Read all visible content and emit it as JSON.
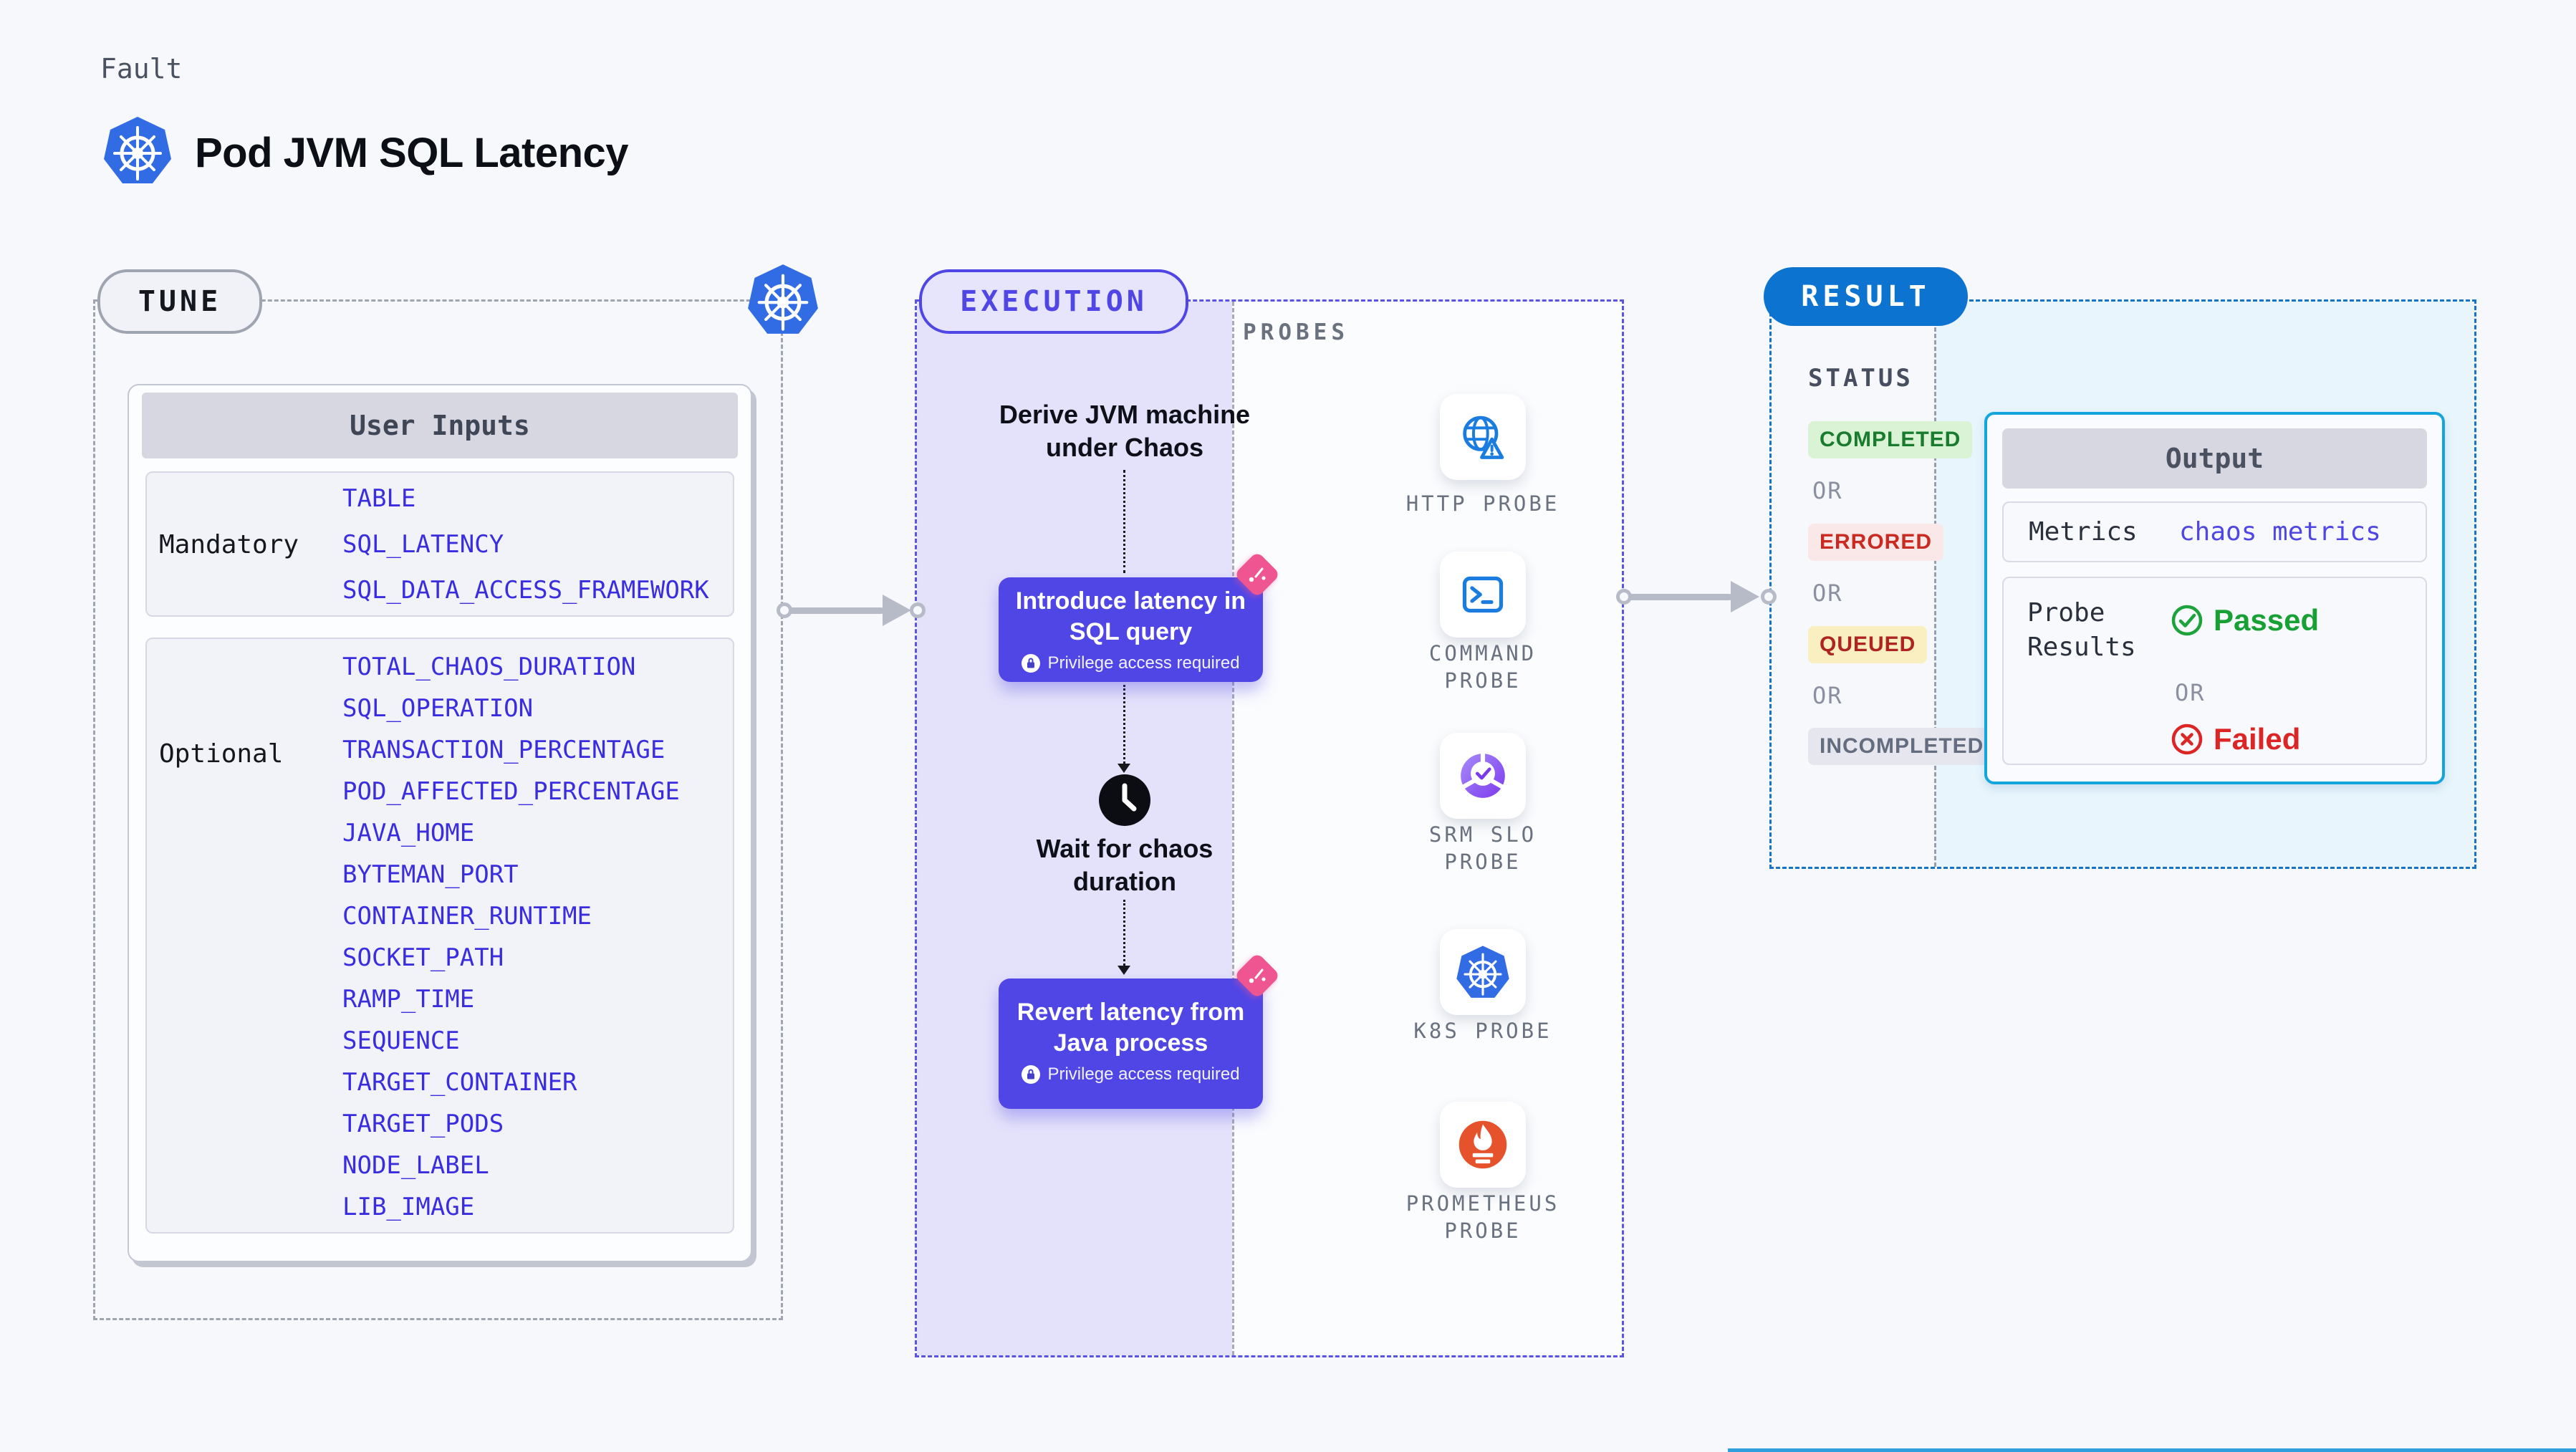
{
  "page": {
    "eyebrow": "Fault",
    "title": "Pod JVM SQL Latency"
  },
  "tune": {
    "pill": "TUNE",
    "user_inputs": {
      "title": "User Inputs",
      "mandatory_label": "Mandatory",
      "mandatory": [
        "TABLE",
        "SQL_LATENCY",
        "SQL_DATA_ACCESS_FRAMEWORK"
      ],
      "optional_label": "Optional",
      "optional": [
        "TOTAL_CHAOS_DURATION",
        "SQL_OPERATION",
        "TRANSACTION_PERCENTAGE",
        "POD_AFFECTED_PERCENTAGE",
        "JAVA_HOME",
        "BYTEMAN_PORT",
        "CONTAINER_RUNTIME",
        "SOCKET_PATH",
        "RAMP_TIME",
        "SEQUENCE",
        "TARGET_CONTAINER",
        "TARGET_PODS",
        "NODE_LABEL",
        "LIB_IMAGE"
      ]
    }
  },
  "execution": {
    "pill": "EXECUTION",
    "derive": {
      "line1": "Derive JVM machine",
      "line2": "under Chaos"
    },
    "introduce": {
      "line1": "Introduce latency in",
      "line2": "SQL query",
      "note": "Privilege access required"
    },
    "wait": {
      "line1": "Wait for chaos",
      "line2": "duration"
    },
    "revert": {
      "line1": "Revert latency from",
      "line2": "Java process",
      "note": "Privilege access required"
    }
  },
  "probes": {
    "heading": "PROBES",
    "items": [
      {
        "icon": "globe-alert-icon",
        "line1": "HTTP PROBE",
        "line2": ""
      },
      {
        "icon": "terminal-icon",
        "line1": "COMMAND",
        "line2": "PROBE"
      },
      {
        "icon": "slo-gauge-icon",
        "line1": "SRM SLO",
        "line2": "PROBE"
      },
      {
        "icon": "kubernetes-icon",
        "line1": "K8S PROBE",
        "line2": ""
      },
      {
        "icon": "prometheus-icon",
        "line1": "PROMETHEUS",
        "line2": "PROBE"
      }
    ]
  },
  "result": {
    "pill": "RESULT",
    "status_label": "STATUS",
    "or": "OR",
    "badges": [
      {
        "text": "COMPLETED",
        "bg": "#dbf3d5",
        "fg": "#197b2e"
      },
      {
        "text": "ERRORED",
        "bg": "#fae8e8",
        "fg": "#c92a21"
      },
      {
        "text": "QUEUED",
        "bg": "#f9efc0",
        "fg": "#ae241f"
      },
      {
        "text": "INCOMPLETED",
        "bg": "#e6e7ee",
        "fg": "#646c7f"
      }
    ],
    "output": {
      "title": "Output",
      "metrics_label": "Metrics",
      "metrics_value": "chaos metrics",
      "probe_results_line1": "Probe",
      "probe_results_line2": "Results",
      "passed": "Passed",
      "or": "OR",
      "failed": "Failed"
    }
  },
  "colors": {
    "accent_indigo": "#4f46e5",
    "node_indigo": "#5046e6",
    "result_blue": "#0d73d0",
    "output_card_border": "#14a5dd",
    "passed_green": "#1ea33c",
    "failed_red": "#dc2626",
    "input_value_blue": "#3a2de0",
    "kubernetes_blue": "#326ce5",
    "prometheus_orange": "#e6522c",
    "chaos_badge_pink": "#ef5590"
  }
}
